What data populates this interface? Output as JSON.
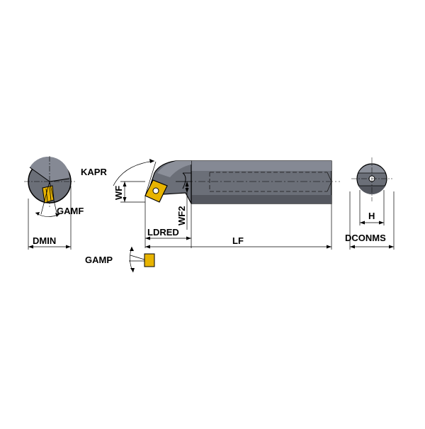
{
  "labels": {
    "kapr": "KAPR",
    "wf": "WF",
    "wf2": "WF2",
    "ldred": "LDRED",
    "lf": "LF",
    "gamf": "GAMF",
    "gamp": "GAMP",
    "dmin": "DMIN",
    "h": "H",
    "dconms": "DCONMS"
  },
  "colors": {
    "body": "#6b6f78",
    "body_dark": "#3c3e44",
    "insert": "#e8b400",
    "insert_dark": "#8a6a00",
    "line": "#000000",
    "background": "#ffffff"
  }
}
